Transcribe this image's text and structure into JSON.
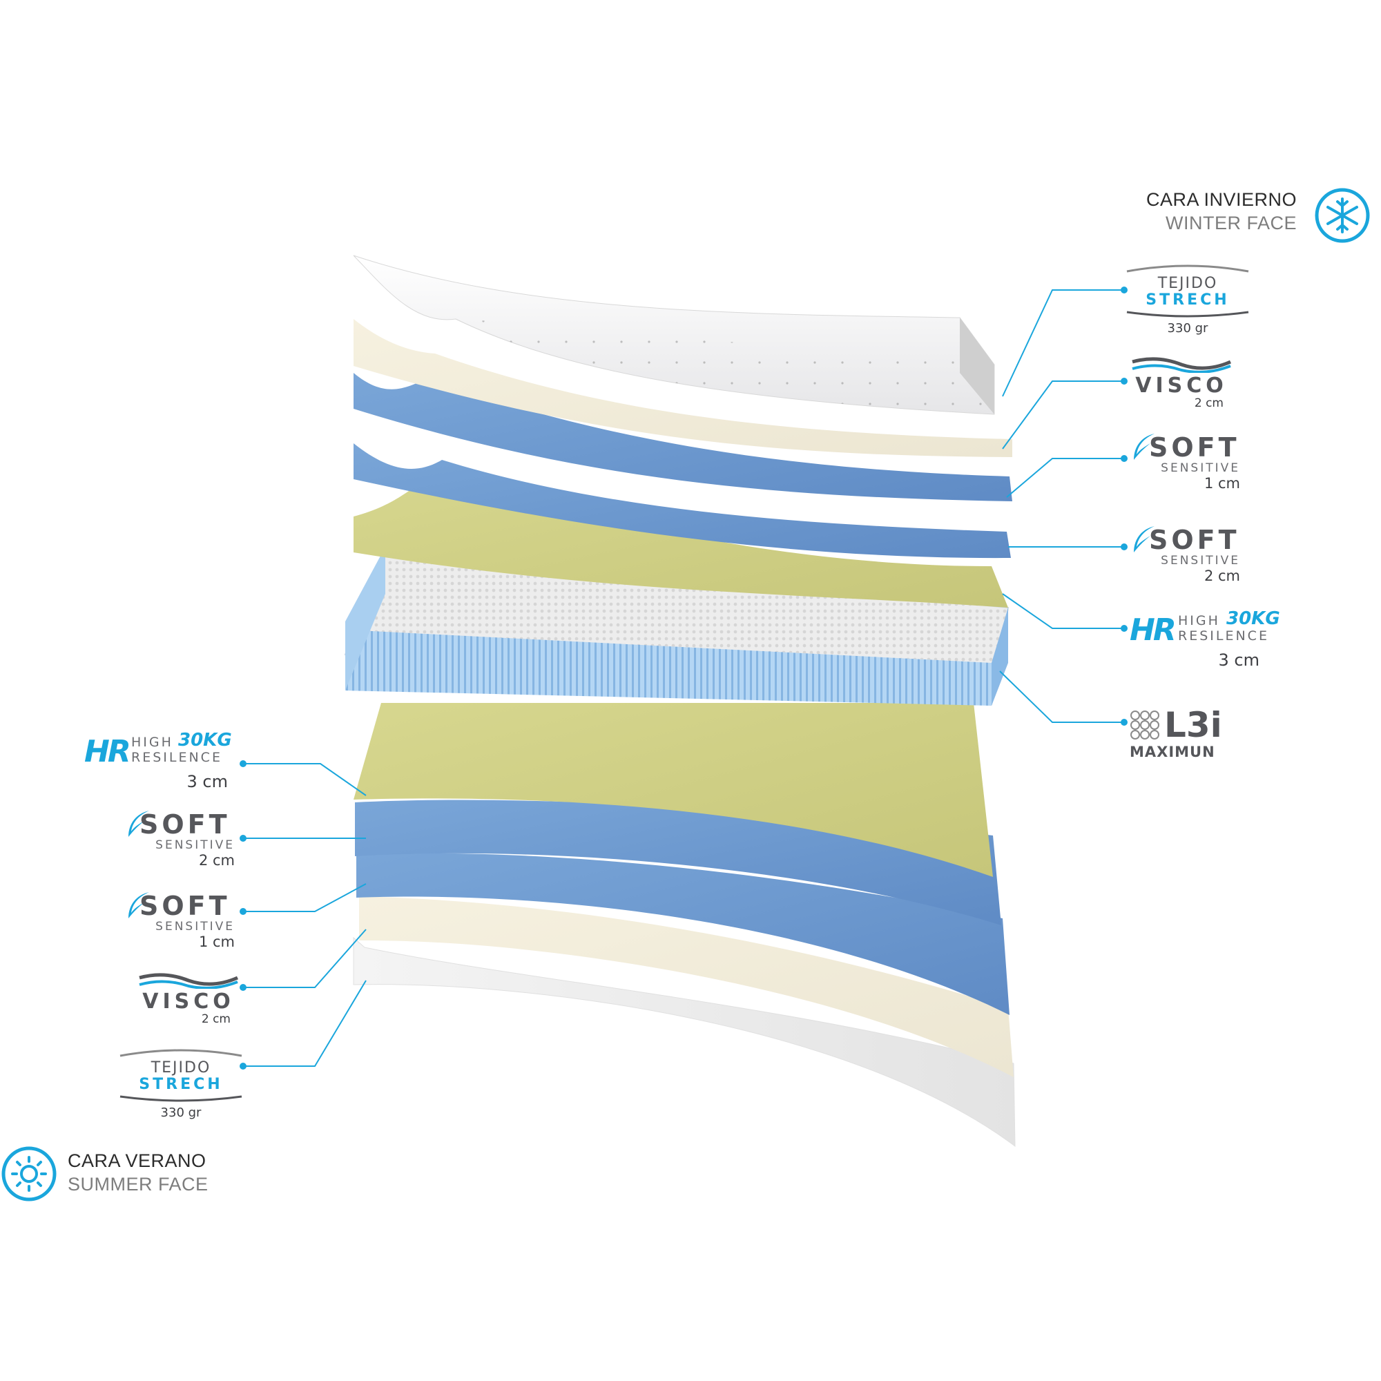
{
  "winter": {
    "title": "CARA INVIERNO",
    "subtitle": "WINTER FACE",
    "icon": "snowflake-icon"
  },
  "summer": {
    "title": "CARA VERANO",
    "subtitle": "SUMMER FACE",
    "icon": "sun-icon"
  },
  "labels": {
    "tejido_word": "TEJIDO",
    "strech_word": "STRECH",
    "tejido_weight": "330 gr",
    "visco_word": "VISCO",
    "soft_word": "SOFT",
    "sensitive_word": "SENSITIVE",
    "hr_logo": "HR",
    "high_word": "HIGH",
    "kg_word": "30KG",
    "resilence_word": "RESILENCE",
    "l3i_word": "L3i",
    "maximun_word": "MAXIMUN",
    "cm_1": "1 cm",
    "cm_2": "2 cm",
    "cm_3": "3 cm"
  },
  "colors": {
    "accent": "#1aa6dc",
    "text_dark": "#56575b",
    "fabric": "#f3f3f3",
    "visco": "#f1ecdc",
    "soft": "#6f9bd0",
    "hr": "#cfcf82",
    "springs": "#a9cff0"
  }
}
